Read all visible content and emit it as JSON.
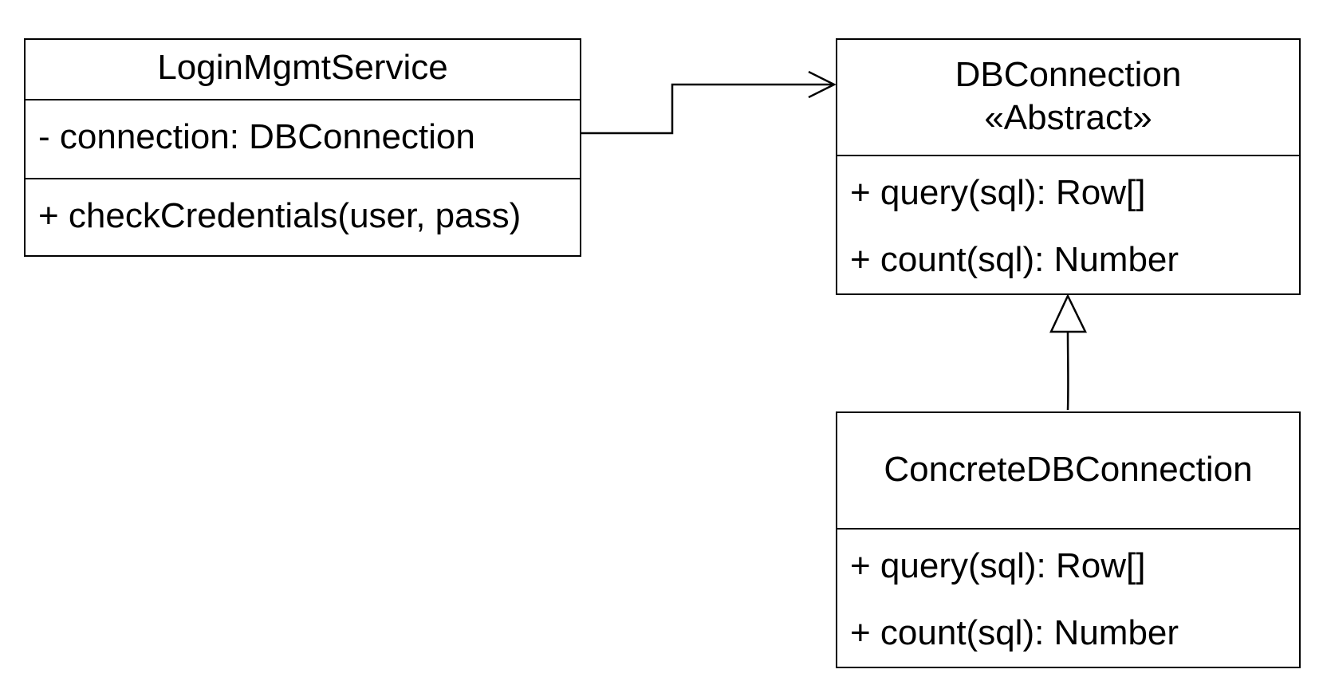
{
  "diagram": {
    "classes": {
      "login_service": {
        "name": "LoginMgmtService",
        "attributes": [
          "- connection: DBConnection"
        ],
        "operations": [
          "+ checkCredentials(user, pass)"
        ]
      },
      "db_connection": {
        "name": "DBConnection",
        "stereotype": "«Abstract»",
        "operations": [
          "+ query(sql): Row[]",
          "+ count(sql): Number"
        ]
      },
      "concrete_db_connection": {
        "name": "ConcreteDBConnection",
        "operations": [
          "+ query(sql): Row[]",
          "+ count(sql): Number"
        ]
      }
    },
    "relationships": [
      {
        "type": "association",
        "from": "LoginMgmtService",
        "to": "DBConnection"
      },
      {
        "type": "generalization",
        "from": "ConcreteDBConnection",
        "to": "DBConnection"
      }
    ],
    "colors": {
      "stroke": "#000000",
      "background": "#ffffff"
    }
  }
}
